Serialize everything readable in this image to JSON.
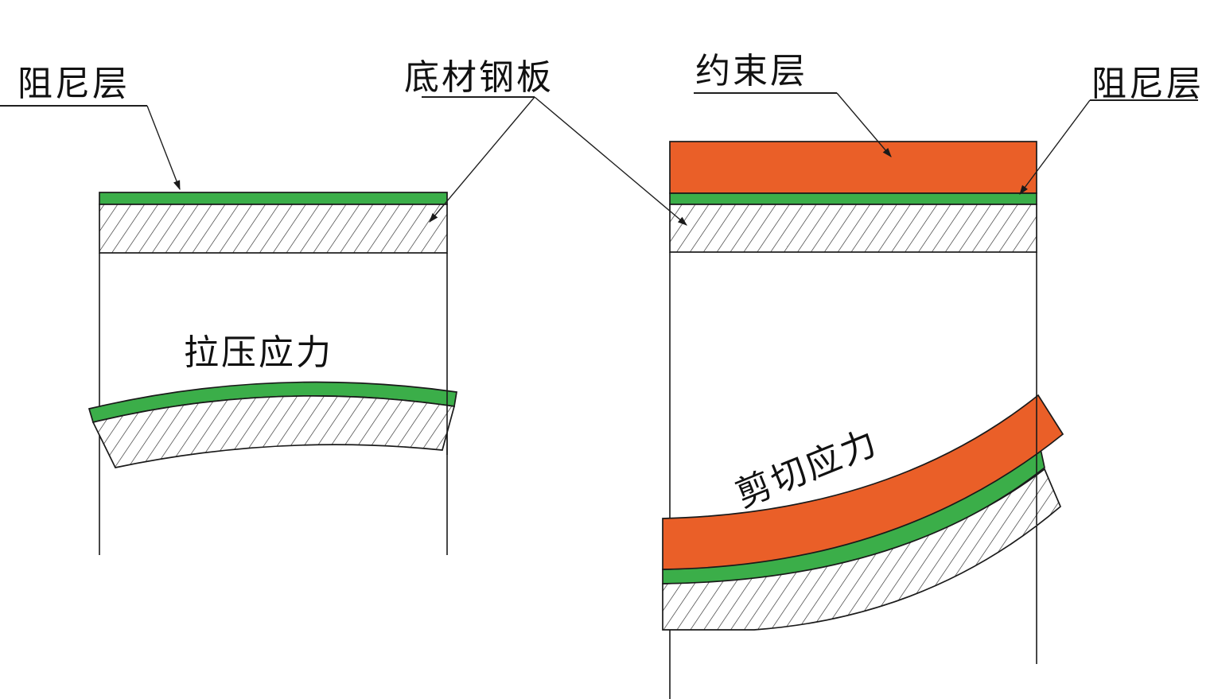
{
  "diagram": {
    "title_context": "damping-layer-structure-diagram",
    "left_structure": {
      "damping_label": "阻尼层",
      "stress_label": "拉压应力"
    },
    "shared": {
      "base_plate_label": "底材钢板"
    },
    "right_structure": {
      "constraint_label": "约束层",
      "damping_label": "阻尼层",
      "stress_label": "剪切应力"
    },
    "colors": {
      "damping_green": "#3bae49",
      "constraint_orange": "#ea5f28",
      "steel_hatch_bg": "#ffffff",
      "line_black": "#1a1a1a"
    }
  }
}
